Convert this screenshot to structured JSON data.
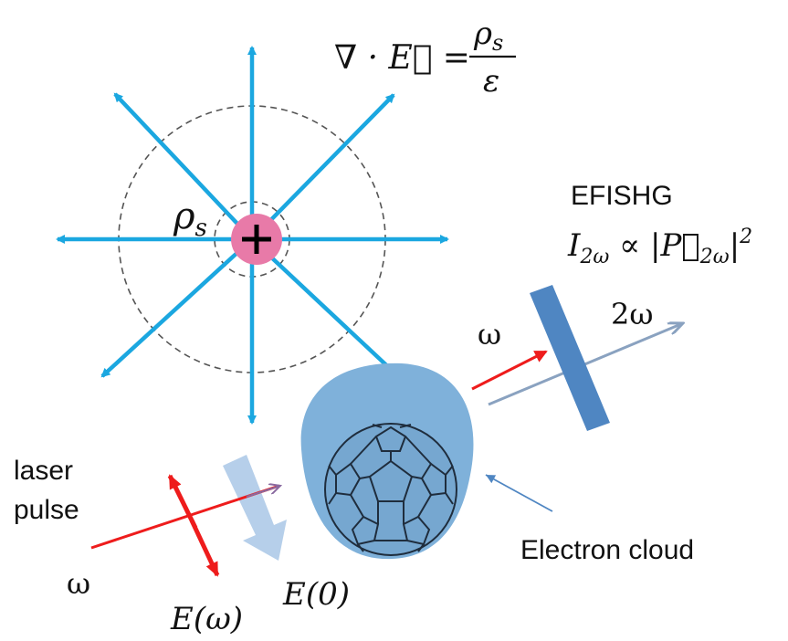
{
  "colors": {
    "field_arrow": "#1ba7e0",
    "charge_fill": "#e87aa8",
    "laser_red": "#ee1c1c",
    "cloud_fill": "#7fb1da",
    "filter_bar": "#4f86c2",
    "harmonic_arrow": "#8aa2c0",
    "static_field_arrow": "#a9c7e6",
    "text": "#111111",
    "guide_circle": "#555555"
  },
  "icons": {
    "charge": "plus-sign-icon",
    "molecule": "fullerene-icon"
  },
  "gauss_law": {
    "lhs": "∇ · E⃗ =",
    "numerator": "ρs",
    "denominator": "ε"
  },
  "charge_label": "ρs",
  "efishg": {
    "title": "EFISHG",
    "formula": "I2ω ∝ |P⃗2ω|2"
  },
  "omega_in_top": "ω",
  "two_omega": "2ω",
  "laser_label": [
    "laser",
    "pulse"
  ],
  "omega_in_bottom": "ω",
  "e_omega": "E(ω)",
  "e_zero": "E(0)",
  "electron_cloud": "Electron cloud"
}
